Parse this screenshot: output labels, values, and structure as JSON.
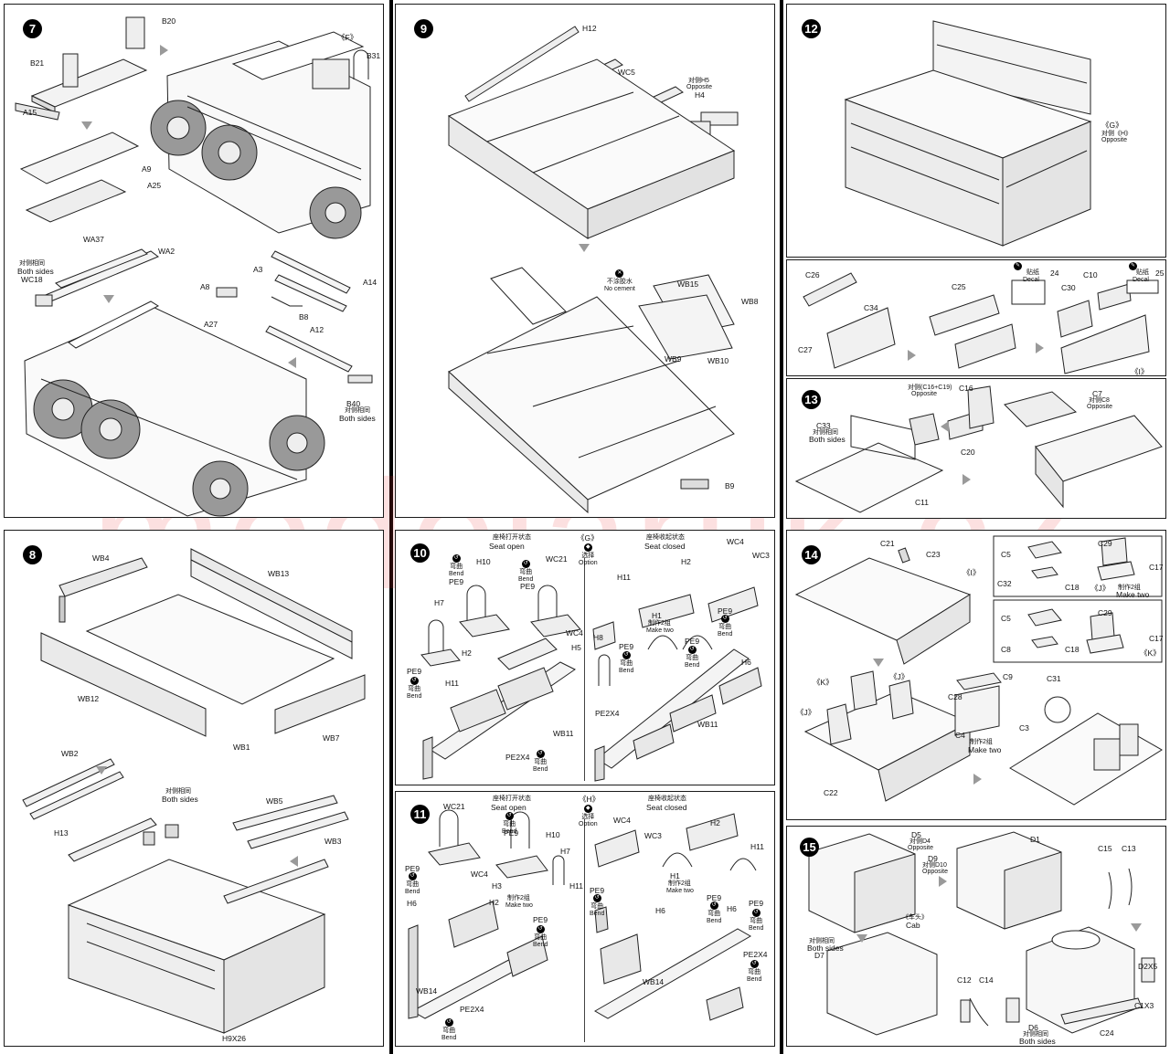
{
  "steps": {
    "s7": {
      "number": "7",
      "labels": {
        "B20": "B20",
        "B21": "B21",
        "F": "《F》",
        "B31": "B31",
        "A15": "A15",
        "A9": "A9",
        "A25": "A25",
        "WA37": "WA37",
        "WA2": "WA2",
        "both_cn": "对侧相同",
        "both": "Both sides",
        "WC18": "WC18",
        "A3": "A3",
        "A14": "A14",
        "A8": "A8",
        "A27": "A27",
        "B8": "B8",
        "A12": "A12",
        "B40": "B40",
        "both2_cn": "对侧相同",
        "both2": "Both sides"
      }
    },
    "s8": {
      "number": "8",
      "labels": {
        "WB4": "WB4",
        "WB13": "WB13",
        "WB12": "WB12",
        "WB1": "WB1",
        "WB7": "WB7",
        "WB2": "WB2",
        "both_cn": "对侧相同",
        "both": "Both sides",
        "H13": "H13",
        "WB5": "WB5",
        "WB3": "WB3",
        "H9X26": "H9X26"
      }
    },
    "s9": {
      "number": "9",
      "labels": {
        "H12": "H12",
        "WC5": "WC5",
        "H5": "对侧H5",
        "opp": "Opposite",
        "H4": "H4",
        "nocement_cn": "不涂胶水",
        "nocement": "No cement",
        "WB15": "WB15",
        "WB8": "WB8",
        "WB9": "WB9",
        "WB10": "WB10",
        "B9": "B9"
      }
    },
    "s10": {
      "number": "10",
      "open_cn": "座椅打开状态",
      "open": "Seat open",
      "mark": "《G》",
      "opt_cn": "选择",
      "opt": "Option",
      "closed_cn": "座椅收起状态",
      "closed": "Seat closed",
      "bend_cn": "弯曲",
      "bend": "Bend",
      "make_cn": "制作2组",
      "make": "Make two",
      "labels": {
        "H10": "H10",
        "WC21": "WC21",
        "PE9a": "PE9",
        "PE9b": "PE9",
        "H7": "H7",
        "WC4": "WC4",
        "H5": "H5",
        "H2": "H2",
        "H11": "H11",
        "PE9c": "PE9",
        "PE2X4": "PE2X4",
        "WB11": "WB11",
        "WC4r": "WC4",
        "WC3r": "WC3",
        "H11r": "H11",
        "H2r": "H2",
        "H8r": "H8",
        "H1r": "H1",
        "PE9r": "PE9",
        "PE9r2": "PE9",
        "H6r": "H6",
        "PE9r3": "PE9",
        "PE2X4r": "PE2X4",
        "WB11r": "WB11"
      }
    },
    "s11": {
      "number": "11",
      "open_cn": "座椅打开状态",
      "open": "Seat open",
      "mark": "《H》",
      "opt_cn": "选择",
      "opt": "Option",
      "closed_cn": "座椅收起状态",
      "closed": "Seat closed",
      "bend_cn": "弯曲",
      "bend": "Bend",
      "make_cn": "制作2组",
      "make": "Make two",
      "labels": {
        "WC21": "WC21",
        "PE9": "PE9",
        "H10": "H10",
        "PE9b": "PE9",
        "WC4": "WC4",
        "H3": "H3",
        "H2": "H2",
        "H7": "H7",
        "H11": "H11",
        "PE9c": "PE9",
        "H6": "H6",
        "WB14": "WB14",
        "PE2X4": "PE2X4",
        "WC4r": "WC4",
        "WC3r": "WC3",
        "H2r": "H2",
        "H1r": "H1",
        "H11r": "H11",
        "PE9r": "PE9",
        "H6r": "H6",
        "H6r2": "H6",
        "PE9r2": "PE9",
        "PE9r3": "PE9",
        "PE2X4r": "PE2X4",
        "WB14r": "WB14"
      }
    },
    "s12": {
      "number": "12",
      "labels": {
        "G": "《G》",
        "H_cn": "对侧《H》",
        "opp": "Opposite"
      }
    },
    "s12b": {
      "labels": {
        "C26": "C26",
        "C34": "C34",
        "C27": "C27",
        "C25": "C25",
        "decal_cn": "贴纸",
        "decal": "Decal",
        "d24": "24",
        "C30": "C30",
        "C10": "C10",
        "decal2_cn": "贴纸",
        "decal2": "Decal",
        "d25": "25",
        "I": "《I》"
      }
    },
    "s13": {
      "number": "13",
      "labels": {
        "C16C19_cn": "对侧(C16+C19)",
        "opp": "Opposite",
        "C16": "C16",
        "C7": "C7",
        "C8_cn": "对侧C8",
        "opp2": "Opposite",
        "C33": "C33",
        "both_cn": "对侧相同",
        "both": "Both sides",
        "C20": "C20",
        "C11": "C11"
      }
    },
    "s14": {
      "number": "14",
      "labels": {
        "C21": "C21",
        "C23": "C23",
        "I": "《I》",
        "C5": "C5",
        "C29": "C29",
        "C17": "C17",
        "C32": "C32",
        "C18": "C18",
        "J": "《J》",
        "make_cn": "制作2组",
        "make": "Make two",
        "C5b": "C5",
        "C29b": "C29",
        "C17b": "C17",
        "C8": "C8",
        "C18b": "C18",
        "K": "《K》",
        "Kl": "《K》",
        "Jl": "《J》",
        "Jl2": "《J》",
        "C9": "C9",
        "C31": "C31",
        "C28": "C28",
        "C3": "C3",
        "C4": "C4",
        "make2_cn": "制作2组",
        "make2": "Make two",
        "C22": "C22"
      }
    },
    "s15": {
      "number": "15",
      "labels": {
        "D5": "D5",
        "D4_cn": "对侧D4",
        "opp": "Opposite",
        "D9": "D9",
        "D10_cn": "对侧D10",
        "opp2": "Opposite",
        "cab_cn": "《车头》",
        "cab": "Cab",
        "D1": "D1",
        "C15": "C15",
        "C13": "C13",
        "both_cn": "对侧相同",
        "both": "Both sides",
        "D7": "D7",
        "D2X5": "D2X5",
        "C12": "C12",
        "C14": "C14",
        "C1X3": "C1X3",
        "D6": "D6",
        "both2_cn": "对侧相同",
        "both2": "Both sides",
        "C24": "C24"
      }
    }
  },
  "watermark": "modelartik.cz"
}
